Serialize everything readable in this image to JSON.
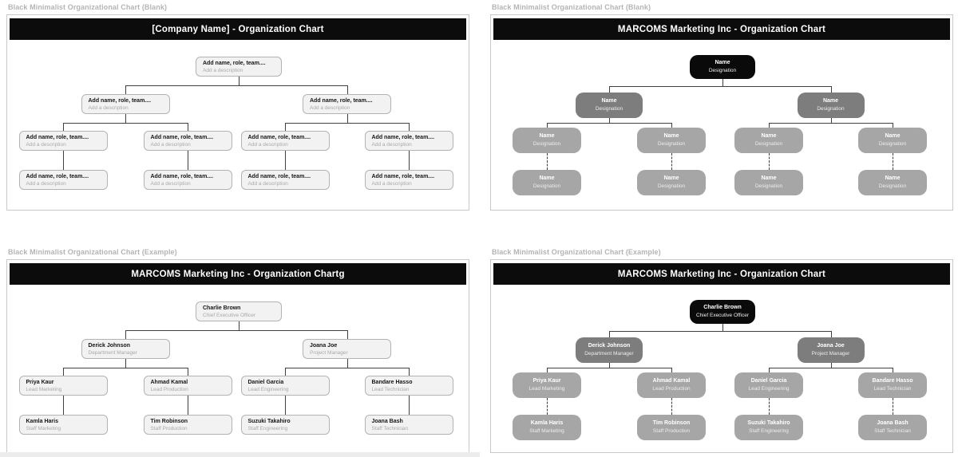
{
  "colors": {
    "header_bg": "#0c0c0c",
    "header_text": "#ffffff",
    "light_fill": "#f2f2f2",
    "light_border": "#b3b3b3",
    "light_name": "#151515",
    "light_desc": "#a9a9a9",
    "dark_root": "#0a0a0a",
    "dark_l2": "#7d7d7d",
    "dark_l3": "#a6a6a6",
    "dark_name": "#ffffff",
    "dark_desc": "#ededed",
    "line": "#3f3f3f",
    "caption": "#b4b4b4",
    "slide_border": "#c9c9c9"
  },
  "panels": [
    {
      "caption": "Black Minimalist Organizational Chart (Blank)",
      "theme": "light",
      "header": "[Company Name] - Organization Chart",
      "nodes": {
        "root": {
          "name": "Add name, role, team....",
          "desc": "Add a description"
        },
        "l2a": {
          "name": "Add name, role, team....",
          "desc": "Add a description"
        },
        "l2b": {
          "name": "Add name, role, team....",
          "desc": "Add a description"
        },
        "l3a": {
          "name": "Add name, role, team....",
          "desc": "Add a description"
        },
        "l3b": {
          "name": "Add name, role, team....",
          "desc": "Add a description"
        },
        "l3c": {
          "name": "Add name, role, team....",
          "desc": "Add a description"
        },
        "l3d": {
          "name": "Add name, role, team....",
          "desc": "Add a description"
        },
        "l4a": {
          "name": "Add name, role, team....",
          "desc": "Add a description"
        },
        "l4b": {
          "name": "Add name, role, team....",
          "desc": "Add a description"
        },
        "l4c": {
          "name": "Add name, role, team....",
          "desc": "Add a description"
        },
        "l4d": {
          "name": "Add name, role, team....",
          "desc": "Add a description"
        }
      }
    },
    {
      "caption": "Black Minimalist Organizational Chart (Blank)",
      "theme": "dark",
      "header": "MARCOMS Marketing Inc - Organization Chart",
      "nodes": {
        "root": {
          "name": "Name",
          "desc": "Designation"
        },
        "l2a": {
          "name": "Name",
          "desc": "Designation"
        },
        "l2b": {
          "name": "Name",
          "desc": "Designation"
        },
        "l3a": {
          "name": "Name",
          "desc": "Designation"
        },
        "l3b": {
          "name": "Name",
          "desc": "Designation"
        },
        "l3c": {
          "name": "Name",
          "desc": "Designation"
        },
        "l3d": {
          "name": "Name",
          "desc": "Designation"
        },
        "l4a": {
          "name": "Name",
          "desc": "Designation"
        },
        "l4b": {
          "name": "Name",
          "desc": "Designation"
        },
        "l4c": {
          "name": "Name",
          "desc": "Designation"
        },
        "l4d": {
          "name": "Name",
          "desc": "Designation"
        }
      }
    },
    {
      "caption": "Black Minimalist Organizational Chart (Example)",
      "theme": "light",
      "header": "MARCOMS Marketing Inc - Organization Chartg",
      "nodes": {
        "root": {
          "name": "Charlie Brown",
          "desc": "Chief Executive Officer"
        },
        "l2a": {
          "name": "Derick Johnson",
          "desc": "Department Manager"
        },
        "l2b": {
          "name": "Joana Joe",
          "desc": "Project Manager"
        },
        "l3a": {
          "name": "Priya Kaur",
          "desc": "Lead Marketing"
        },
        "l3b": {
          "name": "Ahmad Kamal",
          "desc": "Lead Production"
        },
        "l3c": {
          "name": "Daniel Garcia",
          "desc": "Lead Engineering"
        },
        "l3d": {
          "name": "Bandare Hasso",
          "desc": "Lead Technician"
        },
        "l4a": {
          "name": "Kamla Haris",
          "desc": "Staff Marketing"
        },
        "l4b": {
          "name": "Tim Robinson",
          "desc": "Staff Production"
        },
        "l4c": {
          "name": "Suzuki Takahiro",
          "desc": "Staff Engineering"
        },
        "l4d": {
          "name": "Joana Bash",
          "desc": "Staff Technician"
        }
      }
    },
    {
      "caption": "Black Minimalist Organizational Chart (Example)",
      "theme": "dark",
      "header": "MARCOMS Marketing Inc - Organization Chart",
      "nodes": {
        "root": {
          "name": "Charlie Brown",
          "desc": "Chief Executive Officer"
        },
        "l2a": {
          "name": "Derick Johnson",
          "desc": "Department Manager"
        },
        "l2b": {
          "name": "Joana Joe",
          "desc": "Project Manager"
        },
        "l3a": {
          "name": "Priya Kaur",
          "desc": "Lead Marketing"
        },
        "l3b": {
          "name": "Ahmad Kamal",
          "desc": "Lead Production"
        },
        "l3c": {
          "name": "Daniel Garcia",
          "desc": "Lead Engineering"
        },
        "l3d": {
          "name": "Bandare Hasso",
          "desc": "Lead Technician"
        },
        "l4a": {
          "name": "Kamla Haris",
          "desc": "Staff Marketing"
        },
        "l4b": {
          "name": "Tim Robinson",
          "desc": "Staff Production"
        },
        "l4c": {
          "name": "Suzuki Takahiro",
          "desc": "Staff Engineering"
        },
        "l4d": {
          "name": "Joana Bash",
          "desc": "Staff Technician"
        }
      }
    }
  ]
}
